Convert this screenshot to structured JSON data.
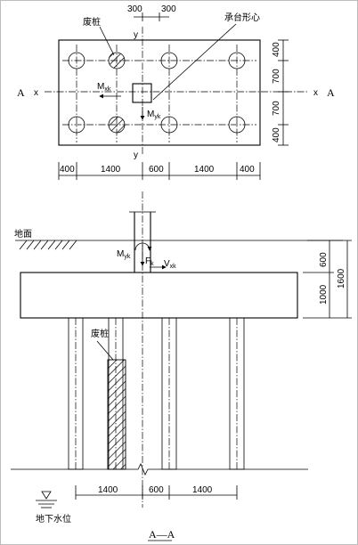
{
  "labels": {
    "abandoned_pile": "废桩",
    "cap_centroid": "承台形心",
    "ground": "地面",
    "groundwater": "地下水位",
    "section": "A—A",
    "axis_x": "x",
    "axis_y": "y",
    "section_mark": "A",
    "moment_x": "M",
    "moment_x_sub": "xk",
    "moment_y": "M",
    "moment_y_sub": "yk",
    "force_f": "F",
    "force_f_sub": "k",
    "shear_x": "V",
    "shear_x_sub": "xk"
  },
  "dims": {
    "top_offset_1": "300",
    "top_offset_2": "300",
    "right_1": "400",
    "right_2": "700",
    "right_3": "700",
    "right_4": "400",
    "bottom_1": "400",
    "bottom_2": "1400",
    "bottom_3": "600",
    "bottom_4": "1400",
    "bottom_5": "400",
    "elev_1": "600",
    "elev_2": "1000",
    "elev_3": "1600",
    "sec_1": "1400",
    "sec_2": "600",
    "sec_3": "1400"
  }
}
